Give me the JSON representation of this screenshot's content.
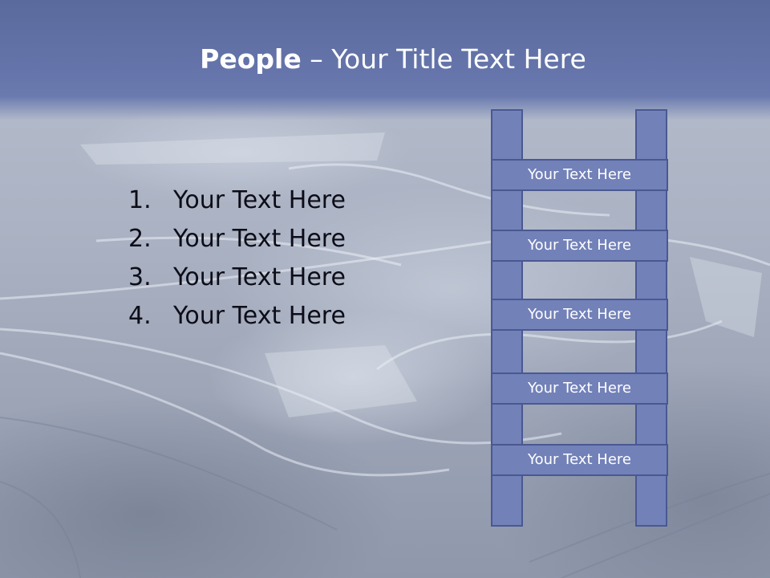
{
  "slide": {
    "title": {
      "strong": "People",
      "rest": " – Your Title Text Here"
    },
    "list": [
      {
        "num": "1.",
        "text": "Your Text Here"
      },
      {
        "num": "2.",
        "text": "Your Text Here"
      },
      {
        "num": "3.",
        "text": "Your Text Here"
      },
      {
        "num": "4.",
        "text": "Your Text Here"
      }
    ],
    "ladder": {
      "rungs": [
        "Your Text Here",
        "Your Text Here",
        "Your Text Here",
        "Your Text Here",
        "Your Text Here"
      ]
    }
  },
  "colors": {
    "title_band": "#6474aa",
    "ladder_fill": "#7281b8",
    "ladder_border": "#4a5892",
    "title_text": "#ffffff",
    "body_text": "#0d0d18"
  }
}
